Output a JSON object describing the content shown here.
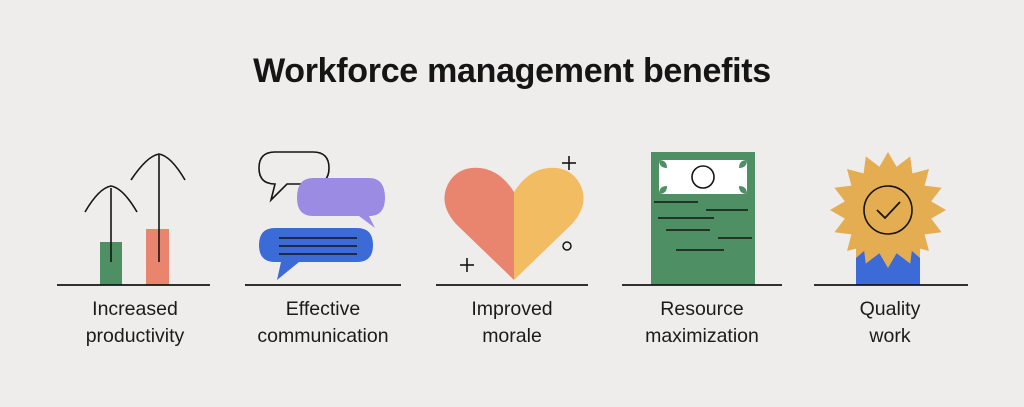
{
  "title": "Workforce management benefits",
  "benefits": [
    {
      "icon": "growth-bars-icon",
      "line1": "Increased",
      "line2": "productivity",
      "color": "#e9856e"
    },
    {
      "icon": "chat-bubbles-icon",
      "line1": "Effective",
      "line2": "communication",
      "color": "#3c6ad6"
    },
    {
      "icon": "heart-icon",
      "line1": "Improved",
      "line2": "morale",
      "color": "#f2bc63"
    },
    {
      "icon": "money-bill-icon",
      "line1": "Resource",
      "line2": "maximization",
      "color": "#4e8f64"
    },
    {
      "icon": "quality-badge-icon",
      "line1": "Quality",
      "line2": "work",
      "color": "#e5ad52"
    }
  ]
}
